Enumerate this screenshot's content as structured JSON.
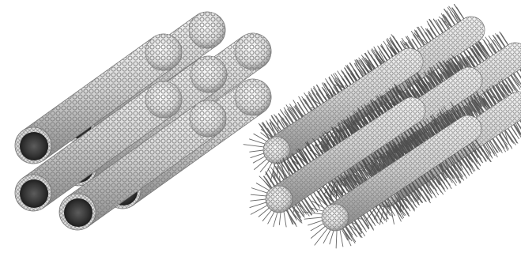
{
  "figure": {
    "panels": [
      {
        "id": "left",
        "style": "hollow-beaded-tubes",
        "tube_count": 7
      },
      {
        "id": "right",
        "style": "hairy-tubes",
        "tube_count": 7
      }
    ],
    "colors": {
      "background": "#ffffff",
      "tube_light": "#eeeeee",
      "tube_mid": "#a9a9a9",
      "tube_dark": "#4a4a4a",
      "cavity_dark": "#262626",
      "bead_line": "#777777",
      "hair": "#4d4d4d"
    }
  }
}
